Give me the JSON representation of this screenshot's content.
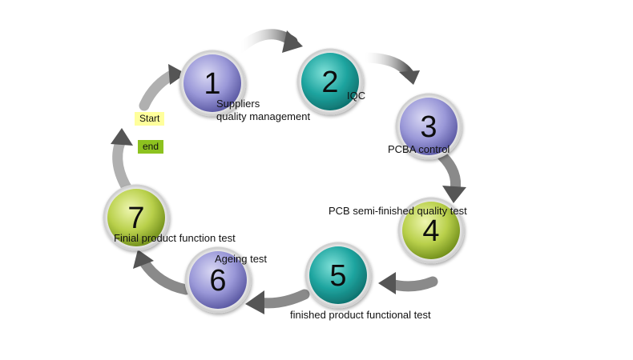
{
  "steps": [
    {
      "number": "1",
      "label_lines": [
        "Suppliers",
        "quality management"
      ],
      "color": "purple"
    },
    {
      "number": "2",
      "label_lines": [
        "IQC"
      ],
      "color": "teal"
    },
    {
      "number": "3",
      "label_lines": [
        "PCBA control"
      ],
      "color": "purple"
    },
    {
      "number": "4",
      "label_lines": [
        "PCB semi-finished quality test"
      ],
      "color": "green"
    },
    {
      "number": "5",
      "label_lines": [
        "finished product functional test"
      ],
      "color": "teal"
    },
    {
      "number": "6",
      "label_lines": [
        "Ageing test"
      ],
      "color": "purple"
    },
    {
      "number": "7",
      "label_lines": [
        "Finial product function test"
      ],
      "color": "green"
    }
  ],
  "start_label": "Start",
  "end_label": "end",
  "colors": {
    "start_tag": "#ffff9c",
    "end_tag": "#8dc21f",
    "arrow": "#555555"
  }
}
